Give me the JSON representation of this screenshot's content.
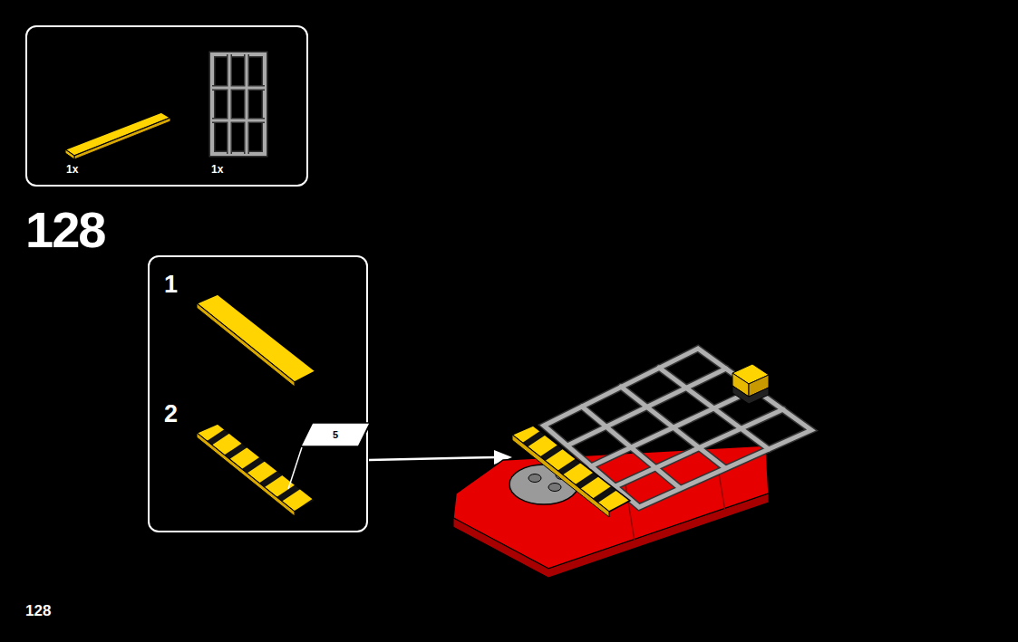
{
  "diagram": {
    "nodes": [
      {
        "text": [
          "1x",
          "1x"
        ]
      },
      {
        "text": [
          "1",
          "2"
        ]
      },
      {
        "text": [
          "5"
        ],
        "in": 1
      }
    ],
    "labels": [
      "128",
      "128"
    ]
  }
}
